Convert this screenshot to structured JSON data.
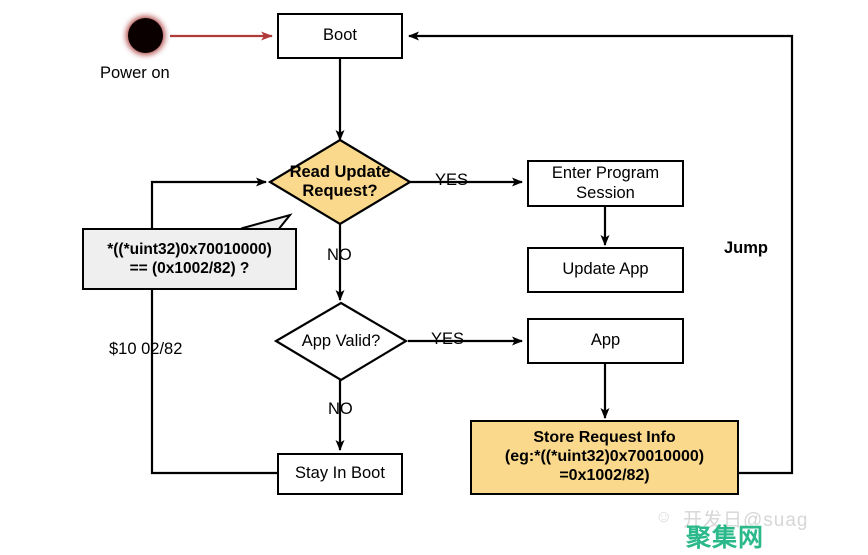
{
  "diagram": {
    "title": "Bootloader Update Request Flowchart",
    "colors": {
      "amber_fill": "#FBD98C",
      "callout_fill": "#EFEFEF",
      "stroke": "#000000",
      "power_arrow": "#C0392B",
      "watermark_teal": "#2BB98B"
    },
    "nodes": {
      "power_on_label": "Power on",
      "boot": "Boot",
      "read_update_request_line1": "Read Update",
      "read_update_request_line2": "Request?",
      "enter_program_session_line1": "Enter Program",
      "enter_program_session_line2": "Session",
      "update_app": "Update App",
      "app_valid": "App Valid?",
      "app": "App",
      "stay_in_boot": "Stay In Boot",
      "store_request_info_line1": "Store Request Info",
      "store_request_info_line2": "(eg:*((*uint32)0x70010000)",
      "store_request_info_line3": "=0x1002/82)"
    },
    "callout": {
      "line1": "*((*uint32)0x70010000)",
      "line2": "== (0x1002/82) ?"
    },
    "edge_labels": {
      "yes_update": "YES",
      "no_update": "NO",
      "yes_app_valid": "YES",
      "no_app_valid": "NO",
      "jump": "Jump",
      "feedback": "$10 02/82"
    }
  },
  "watermark": {
    "faint_text": "开发日@suag",
    "main_text": "聚集网",
    "face_icon": "smiley-face-icon"
  }
}
